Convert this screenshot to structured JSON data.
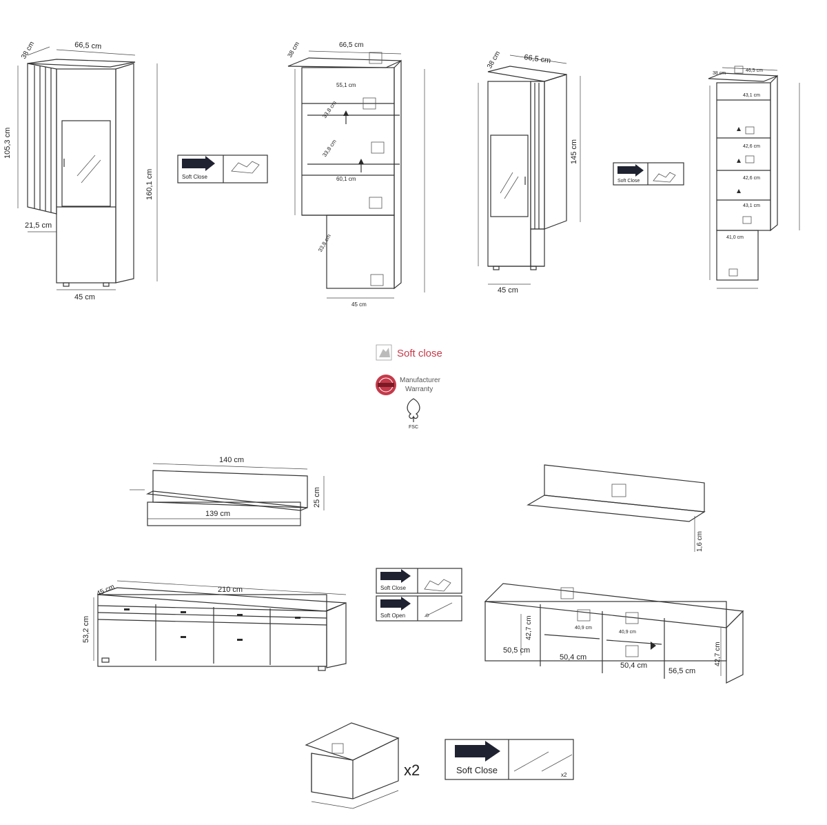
{
  "colors": {
    "line": "#333333",
    "accent": "#c43a4a",
    "badge_dark": "#1f2230"
  },
  "top_cabinet_1": {
    "width": "66,5 cm",
    "depth": "38 cm",
    "height_upper": "105,3 cm",
    "height_total": "160,1 cm",
    "side": "21,5 cm",
    "base": "45 cm"
  },
  "top_cabinet_1_interior": {
    "width": "66,5 cm",
    "depth": "38 cm",
    "shelf_w1": "55,1 cm",
    "shelf_w2": "60,1 cm",
    "base": "45 cm",
    "depth_a": "33,8 cm",
    "depth_b": "33,8 cm",
    "depth_c": "33,8 cm"
  },
  "top_cabinet_2": {
    "width": "66,5 cm",
    "depth": "38 cm",
    "height": "145 cm",
    "base": "45 cm"
  },
  "top_cabinet_2_interior": {
    "width": "46,5 cm",
    "depth": "38 cm",
    "shelf_a": "43,1 cm",
    "shelf_b": "42,6 cm",
    "shelf_c": "42,6 cm",
    "shelf_d": "43,1 cm",
    "shelf_e": "41,0 cm"
  },
  "badges": {
    "soft_close": "Soft Close",
    "soft_open": "Soft Open",
    "x2": "x2"
  },
  "center_logos": {
    "soft_close": "Soft close",
    "warranty_line1": "Manufacturer",
    "warranty_line2": "Warranty",
    "fsc": "FSC"
  },
  "shelf": {
    "width_top": "140 cm",
    "width_bottom": "139 cm",
    "height": "25 cm",
    "thickness": "1,6 cm"
  },
  "tv_unit": {
    "width": "210 cm",
    "depth": "45 cm",
    "height": "53,2 cm"
  },
  "tv_unit_interior": {
    "h1": "42,7 cm",
    "h2": "42,7 cm",
    "w1": "50,5 cm",
    "w2": "50,4 cm",
    "w3": "50,4 cm",
    "w4": "56,5 cm",
    "d1": "40,9 cm",
    "d2": "40,9 cm"
  },
  "drawer": {
    "multiplier": "x2"
  }
}
